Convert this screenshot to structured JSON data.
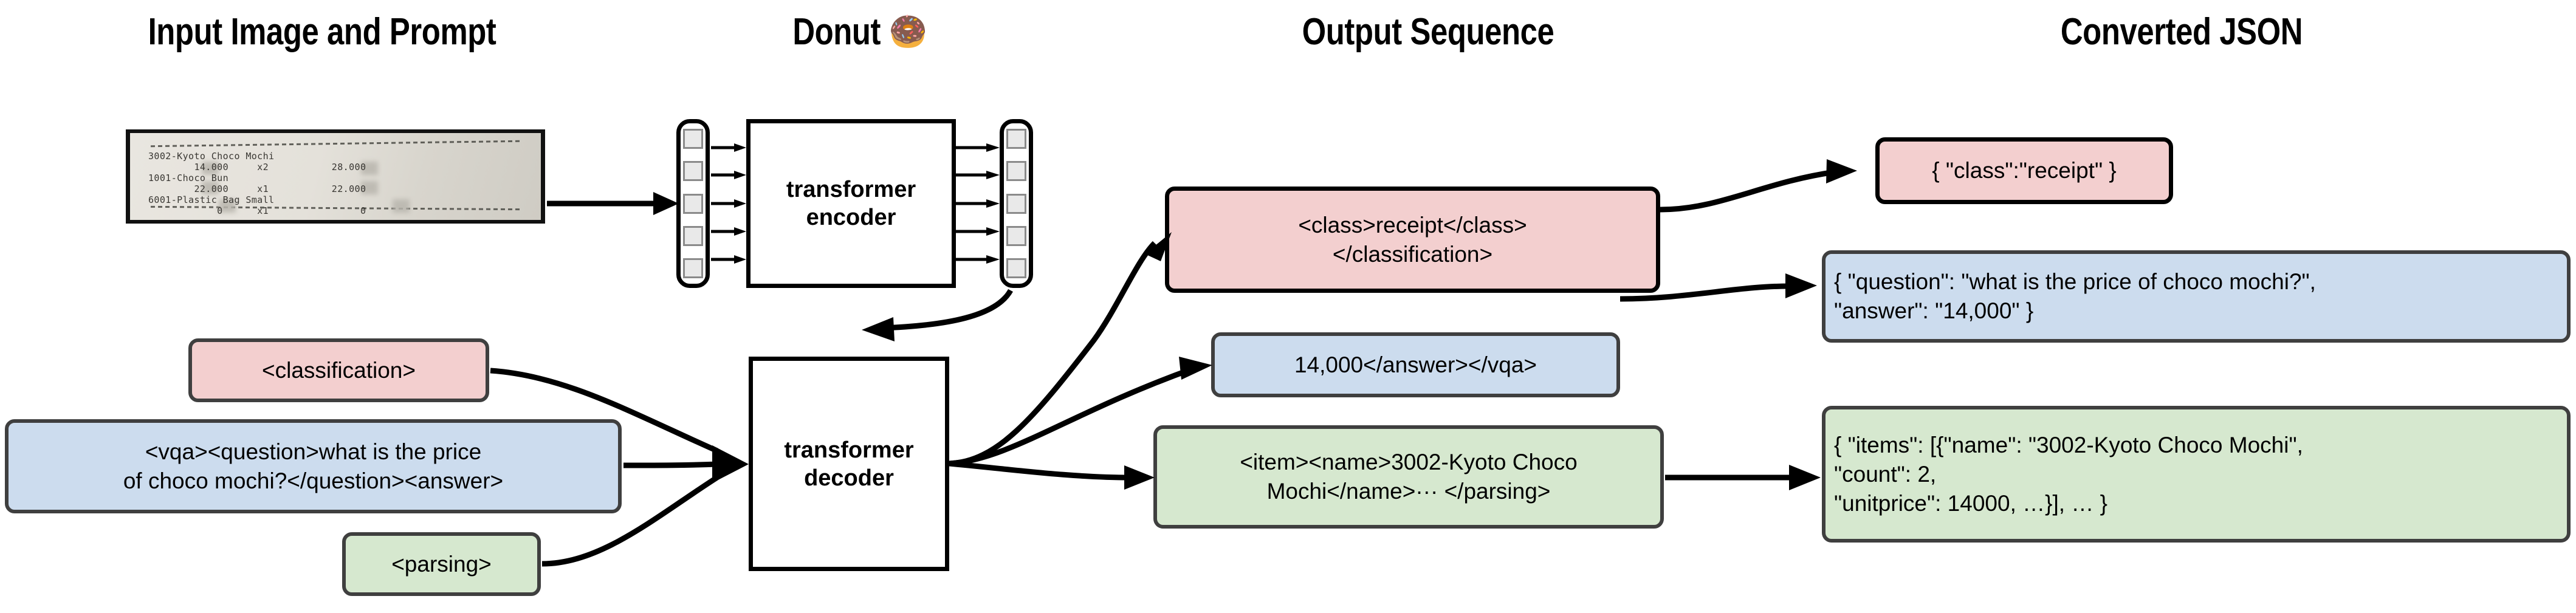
{
  "columns": [
    {
      "id": "input",
      "title": "Input Image and Prompt"
    },
    {
      "id": "model",
      "title": "Donut 🍩"
    },
    {
      "id": "output",
      "title": "Output Sequence"
    },
    {
      "id": "json",
      "title": "Converted JSON"
    }
  ],
  "receipt": {
    "alt": "photo of a printed store receipt",
    "lines": [
      "3002-Kyoto Choco Mochi",
      "        14.000     x2           28.000",
      "1001-Choco Bun",
      "        22.000     x1           22.000",
      "6001-Plastic Bag Small",
      "            0      x1                0"
    ],
    "items": [
      {
        "name": "3002-Kyoto Choco Mochi",
        "unitprice": "14.000",
        "count": "x2",
        "price": "28.000"
      },
      {
        "name": "1001-Choco Bun",
        "unitprice": "22.000",
        "count": "x1",
        "price": "22.000"
      },
      {
        "name": "6001-Plastic Bag Small",
        "unitprice": "0",
        "count": "x1",
        "price": "0"
      }
    ]
  },
  "model": {
    "encoder_label": "transformer\nencoder",
    "decoder_label": "transformer\ndecoder",
    "encoder_input_tokens": 5,
    "encoder_output_tokens": 5
  },
  "prompts": [
    {
      "id": "classification",
      "color": "pink",
      "text": "<classification>"
    },
    {
      "id": "vqa",
      "color": "blue",
      "text": "<vqa><question>what is the price\nof choco mochi?</question><answer>"
    },
    {
      "id": "parsing",
      "color": "green",
      "text": "<parsing>"
    }
  ],
  "outputs": [
    {
      "id": "classification-out",
      "color": "pink",
      "text": "<class>receipt</class>\n</classification>"
    },
    {
      "id": "vqa-out",
      "color": "blue",
      "text": "14,000</answer></vqa>"
    },
    {
      "id": "parsing-out",
      "color": "green",
      "text": "<item><name>3002-Kyoto Choco\nMochi</name>··· </parsing>"
    }
  ],
  "json_outputs": [
    {
      "id": "classification-json",
      "color": "pink",
      "text": "{ \"class\":\"receipt\" }"
    },
    {
      "id": "vqa-json",
      "color": "blue",
      "text": "{ \"question\": \"what is the price of choco mochi?\",\n   \"answer\": \"14,000\" }"
    },
    {
      "id": "parsing-json",
      "color": "green",
      "text": "{ \"items\": [{\"name\": \"3002-Kyoto Choco Mochi\",\n     \"count\": 2,\n     \"unitprice\": 14000, …}], … }"
    }
  ],
  "colors": {
    "pink": "#f3cfcf",
    "blue": "#ccdcee",
    "green": "#d6e8cf",
    "stroke": "#3f3f3f",
    "black": "#000000"
  }
}
